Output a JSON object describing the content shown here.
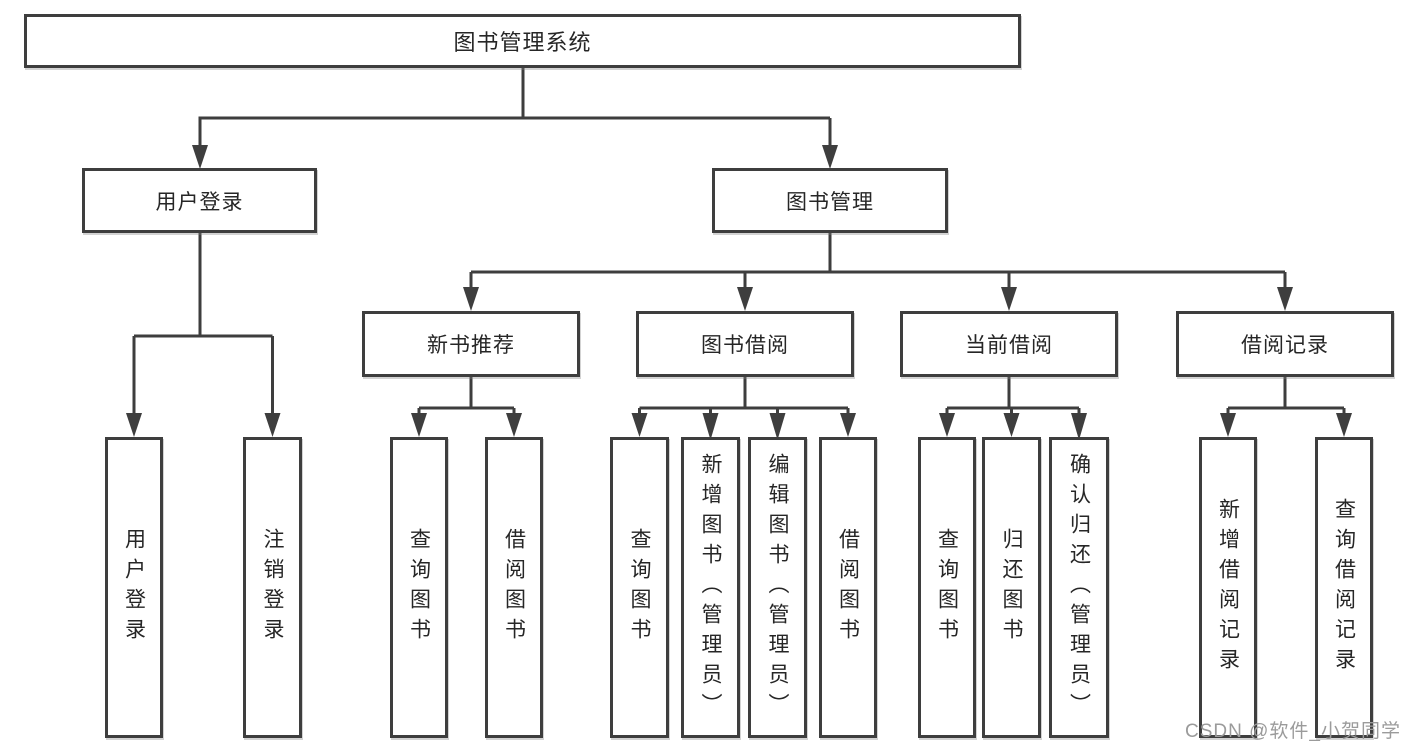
{
  "tree": {
    "root": {
      "label": "图书管理系统"
    },
    "level2": [
      {
        "label": "用户登录"
      },
      {
        "label": "图书管理"
      }
    ],
    "level3": [
      {
        "label": "新书推荐"
      },
      {
        "label": "图书借阅"
      },
      {
        "label": "当前借阅"
      },
      {
        "label": "借阅记录"
      }
    ],
    "leaves": {
      "user_login": [
        {
          "label": "用户登录"
        },
        {
          "label": "注销登录"
        }
      ],
      "new_book_rec": [
        {
          "label": "查询图书"
        },
        {
          "label": "借阅图书"
        }
      ],
      "book_borrowing": [
        {
          "label": "查询图书"
        },
        {
          "label": "新增图书（管理员）"
        },
        {
          "label": "编辑图书（管理员）"
        },
        {
          "label": "借阅图书"
        }
      ],
      "current_borrowing": [
        {
          "label": "查询图书"
        },
        {
          "label": "归还图书"
        },
        {
          "label": "确认归还（管理员）"
        }
      ],
      "borrowing_records": [
        {
          "label": "新增借阅记录"
        },
        {
          "label": "查询借阅记录"
        }
      ]
    }
  },
  "watermark": {
    "text": "CSDN @软件_小贺同学"
  },
  "colors": {
    "line": "#3e3e3e",
    "text": "#262626",
    "box_fill": "#ffffff",
    "background": "#ffffff",
    "watermark": "#9b9b9b"
  }
}
